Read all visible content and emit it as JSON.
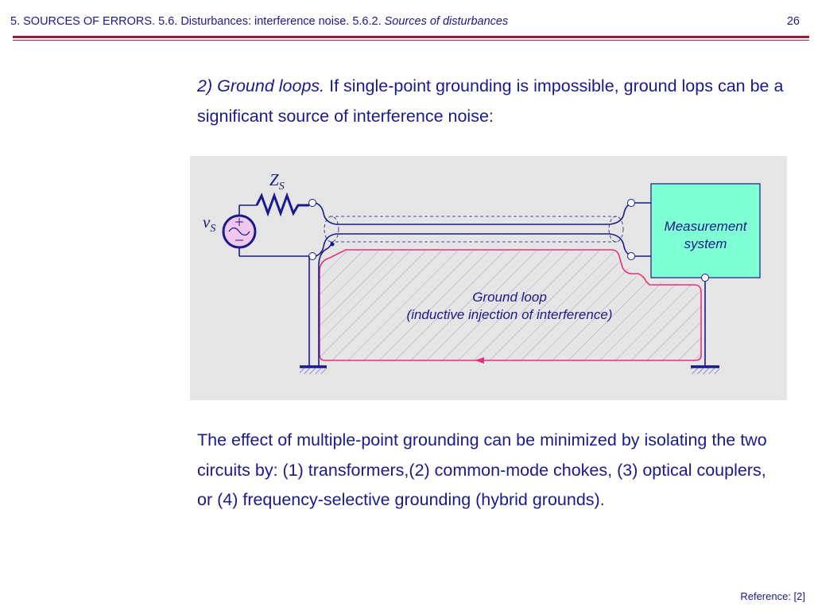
{
  "header": {
    "title_prefix": "5. SOURCES OF ERRORS. 5.6. Disturbances: interference noise. 5.6.2. ",
    "title_italic": "Sources of disturbances",
    "page_number": "26"
  },
  "intro": {
    "lead_italic": "2) Ground loops.",
    "text": " If single-point grounding is impossible, ground lops can be a significant source of interference noise:"
  },
  "diagram": {
    "source_impedance_symbol": "Z",
    "source_impedance_subscript": "S",
    "source_voltage_symbol": "v",
    "source_voltage_subscript": "S",
    "measurement_system_line1": "Measurement",
    "measurement_system_line2": "system",
    "ground_loop_line1": "Ground loop",
    "ground_loop_line2": "(inductive injection of interference)",
    "colors": {
      "background": "#e5e5e5",
      "wire": "#1a1a8c",
      "measurement_box": "#7fffd4",
      "source_fill": "#f0c8ee",
      "ground_loop": "#e8307a"
    }
  },
  "conclusion": {
    "text": "The effect of multiple-point grounding can be minimized by isolating the two circuits by: (1) transformers,(2) common-mode chokes, (3) optical couplers, or (4) frequency-selective grounding (hybrid grounds)."
  },
  "footer": {
    "reference": "Reference: [2]"
  }
}
